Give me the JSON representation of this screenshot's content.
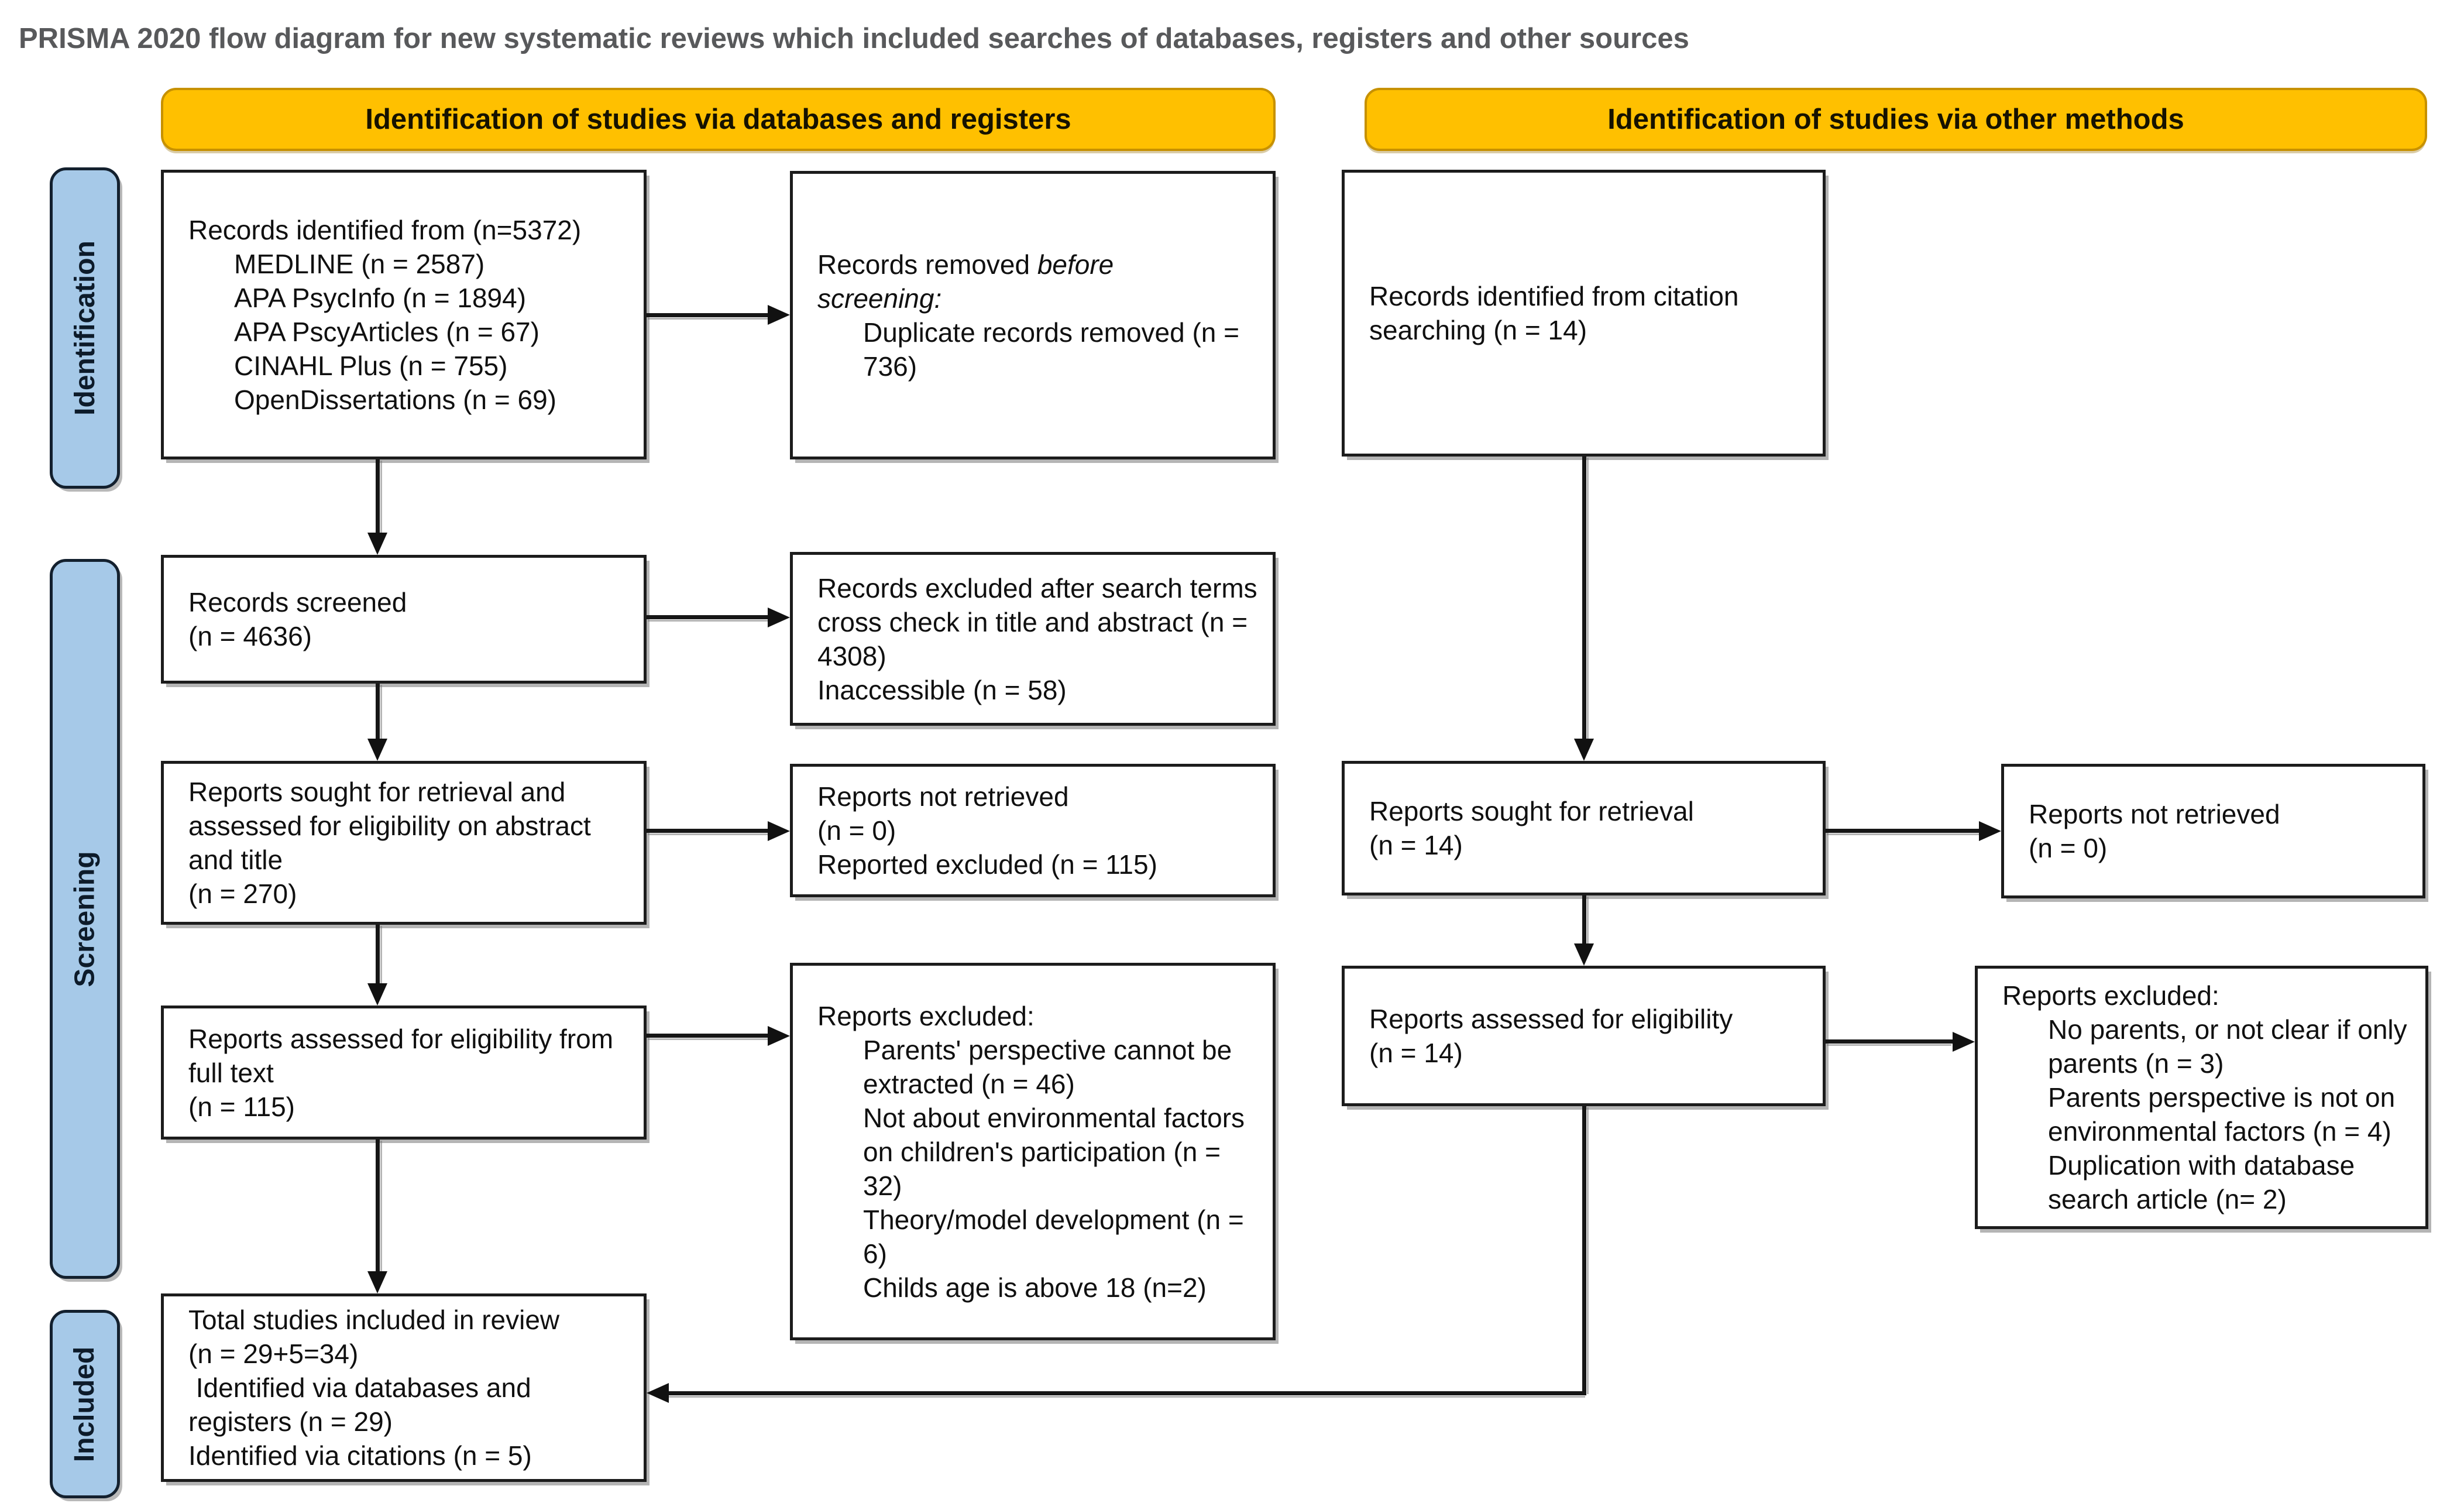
{
  "title": "PRISMA 2020 flow diagram for new systematic reviews which included searches of databases, registers and other sources",
  "banners": {
    "databases_registers": "Identification of studies via databases and registers",
    "other_methods": "Identification of studies via other methods"
  },
  "sidebar": {
    "identification": "Identification",
    "screening": "Screening",
    "included": "Included"
  },
  "colors": {
    "banner_fill": "#FFC000",
    "banner_border": "#C79100",
    "sidebar_fill": "#A6C9E8",
    "sidebar_border": "#13202E",
    "box_border": "#1C1C1C",
    "title_text": "#58595B",
    "arrow": "#111111"
  },
  "boxes": {
    "records_identified": {
      "line0": "Records identified from (n=5372)",
      "line1": "MEDLINE (n = 2587)",
      "line2": "APA PsycInfo (n = 1894)",
      "line3": "APA PscyArticles (n = 67)",
      "line4": "CINAHL Plus (n = 755)",
      "line5": "OpenDissertations (n = 69)"
    },
    "records_removed": {
      "l1_normal": "Records removed ",
      "l1_em": "before",
      "l2_em": "screening:",
      "duplicate": "Duplicate records removed (n = 736)"
    },
    "citation_identified": {
      "line0": "Records identified from citation searching (n = 14)"
    },
    "records_screened": {
      "line0": "Records screened",
      "line1": "(n = 4636)"
    },
    "records_excluded_search": {
      "line0": "Records excluded after search terms cross check in title and abstract (n = 4308)",
      "line1": "Inaccessible (n = 58)"
    },
    "reports_sought_db": {
      "line0": "Reports sought for retrieval and assessed for eligibility on abstract and title",
      "line1": "(n = 270)"
    },
    "reports_not_retrieved_db": {
      "line0": "Reports not retrieved",
      "line1": "(n = 0)",
      "line2": "Reported excluded (n = 115)"
    },
    "reports_sought_other": {
      "line0": "Reports sought for retrieval",
      "line1": "(n = 14)"
    },
    "reports_not_retrieved_other": {
      "line0": "Reports not retrieved",
      "line1": "(n = 0)"
    },
    "reports_assessed_db": {
      "line0": "Reports assessed for eligibility from full text",
      "line1": "(n = 115)"
    },
    "reports_excluded_db": {
      "header": "Reports excluded:",
      "item0": "Parents' perspective cannot be extracted (n = 46)",
      "item1": "Not about environmental factors on children's participation (n = 32)",
      "item2": "Theory/model development (n = 6)",
      "item3": "Childs age is above 18 (n=2)"
    },
    "reports_assessed_other": {
      "line0": "Reports assessed for eligibility",
      "line1": "(n = 14)"
    },
    "reports_excluded_other": {
      "header": "Reports excluded:",
      "item0": "No parents, or not clear if only parents (n = 3)",
      "item1": "Parents perspective is not on environmental factors (n = 4)",
      "item2": "Duplication with database search article (n= 2)"
    },
    "total_included": {
      "line0": "Total studies included in review",
      "line1": "(n = 29+5=34)",
      "line2": " Identified via databases and registers (n = 29)",
      "line3": "Identified via citations (n = 5)"
    }
  }
}
